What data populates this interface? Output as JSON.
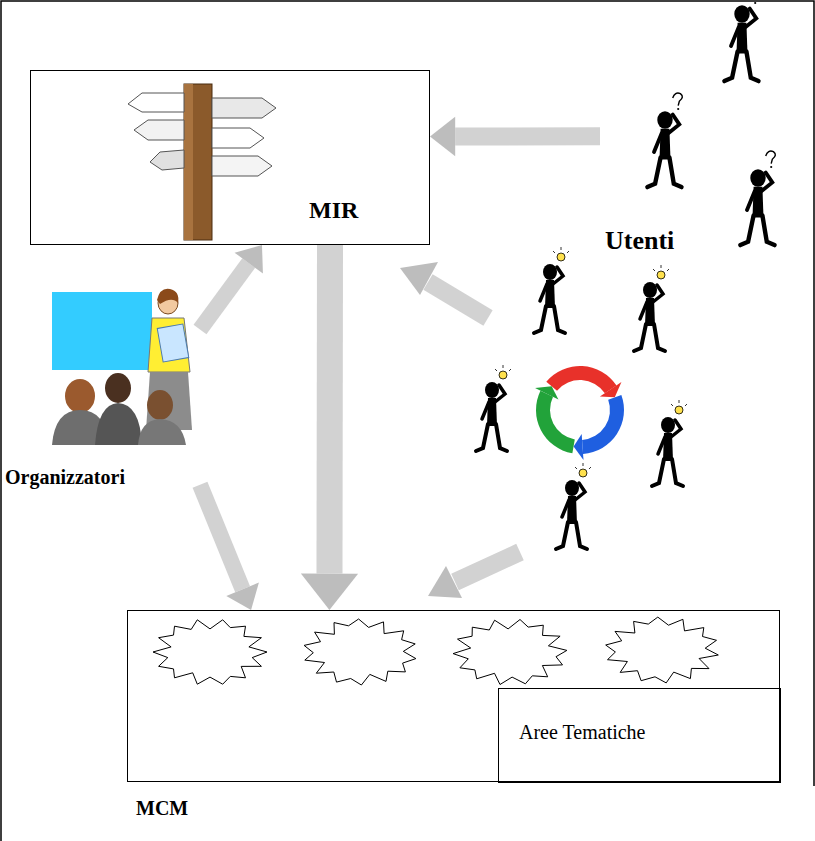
{
  "diagram": {
    "nodes": [
      {
        "text": [
          "MIR"
        ]
      },
      {
        "text": [
          "Utenti"
        ]
      },
      {
        "text": [
          "Organizzatori"
        ]
      },
      {
        "text": [
          "MCM"
        ]
      },
      {
        "text": [
          "Aree Tematiche"
        ],
        "in": 3
      }
    ],
    "edges": [
      {
        "from": 1,
        "to": 0,
        "arrow": "to"
      },
      {
        "from": 2,
        "to": 0,
        "arrow": "to"
      },
      {
        "from": 0,
        "to": 3,
        "arrow": "to"
      },
      {
        "from": 2,
        "to": 3,
        "arrow": "to"
      }
    ]
  }
}
